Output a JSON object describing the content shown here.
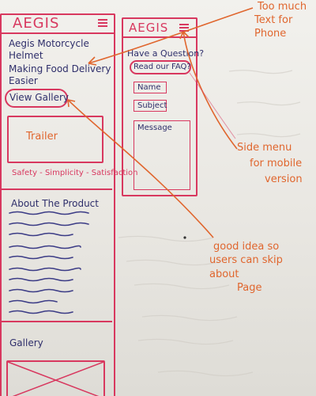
{
  "mobile_home": {
    "header": {
      "logo": "AEGIS",
      "menu_icon": "hamburger-menu-icon"
    },
    "hero": {
      "title_line1": "Aegis Motorcycle",
      "title_line2": "Helmet",
      "tagline_line1": "Making Food Delivery",
      "tagline_line2": "Easier",
      "view_gallery_button": "View Gallery"
    },
    "trailer": {
      "label": "Trailer"
    },
    "motto": "Safety - Simplicity - Satisfaction",
    "about": {
      "heading": "About The Product"
    },
    "gallery": {
      "heading": "Gallery"
    }
  },
  "mobile_contact": {
    "header": {
      "logo": "AEGIS",
      "menu_icon": "hamburger-menu-icon"
    },
    "question": "Have a Question?",
    "faq_button": "Read our FAQ?",
    "fields": {
      "name": "Name",
      "subject": "Subject",
      "message": "Message"
    }
  },
  "annotations": {
    "too_much_text": [
      "Too much",
      "Text for",
      "Phone"
    ],
    "side_menu": [
      "Side menu",
      "for mobile",
      "version"
    ],
    "good_idea": [
      "good idea so",
      "users can skip",
      "about",
      "Page"
    ]
  },
  "colors": {
    "wireframe_red": "#d8385f",
    "ink_blue": "#2f2f6b",
    "annotation_orange": "#e0662e",
    "paper": "#ebe9e4"
  }
}
